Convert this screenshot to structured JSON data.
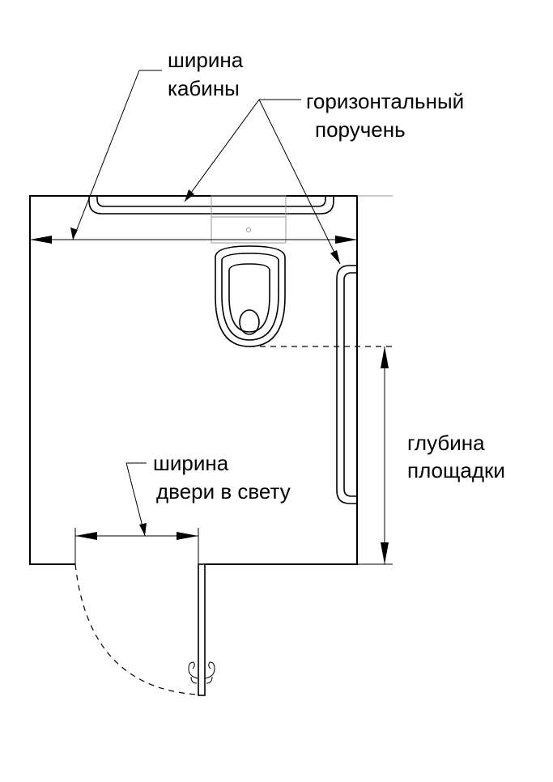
{
  "labels": {
    "cabin_width_line1": "ширина",
    "cabin_width_line2": "кабины",
    "handrail_line1": "горизонтальный",
    "handrail_line2": "поручень",
    "depth_line1": "глубина",
    "depth_line2": "площадки",
    "door_width_line1": "ширина",
    "door_width_line2": "двери в свету"
  }
}
